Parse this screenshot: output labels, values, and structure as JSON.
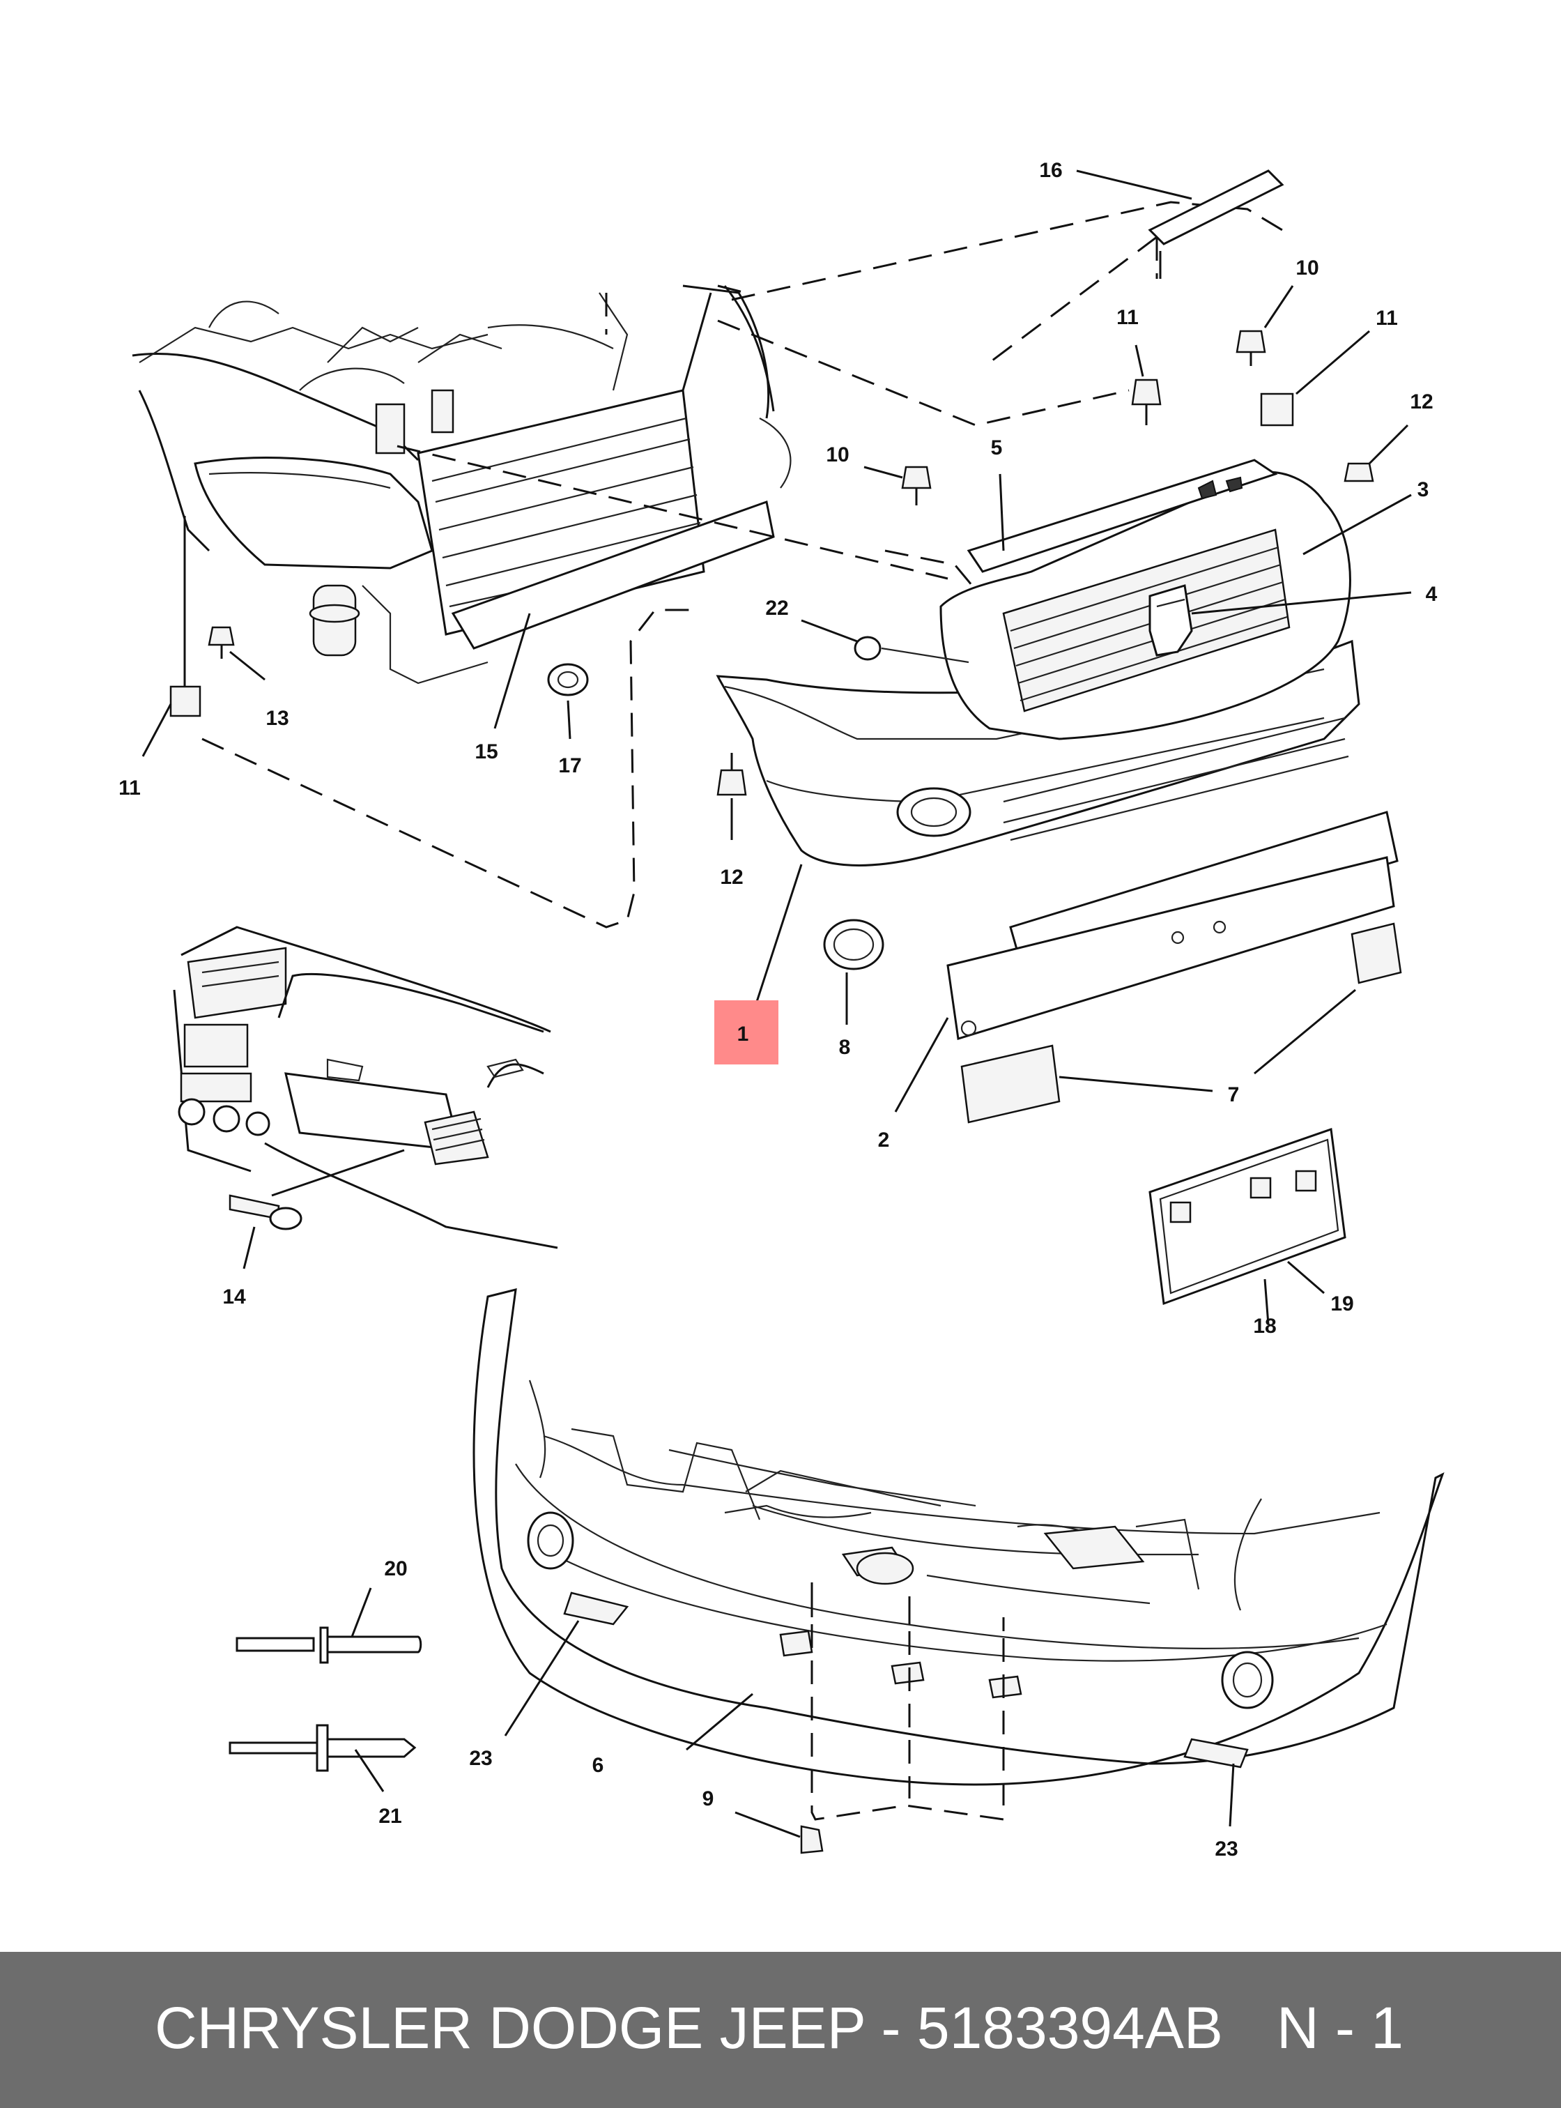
{
  "callouts": [
    {
      "id": "1",
      "text": "1"
    },
    {
      "id": "2",
      "text": "2"
    },
    {
      "id": "3",
      "text": "3"
    },
    {
      "id": "4",
      "text": "4"
    },
    {
      "id": "5",
      "text": "5"
    },
    {
      "id": "6",
      "text": "6"
    },
    {
      "id": "7",
      "text": "7"
    },
    {
      "id": "8",
      "text": "8"
    },
    {
      "id": "9",
      "text": "9"
    },
    {
      "id": "10a",
      "text": "10"
    },
    {
      "id": "10b",
      "text": "10"
    },
    {
      "id": "11a",
      "text": "11"
    },
    {
      "id": "11b",
      "text": "11"
    },
    {
      "id": "11c",
      "text": "11"
    },
    {
      "id": "12a",
      "text": "12"
    },
    {
      "id": "12b",
      "text": "12"
    },
    {
      "id": "13",
      "text": "13"
    },
    {
      "id": "14",
      "text": "14"
    },
    {
      "id": "15",
      "text": "15"
    },
    {
      "id": "16",
      "text": "16"
    },
    {
      "id": "17",
      "text": "17"
    },
    {
      "id": "18",
      "text": "18"
    },
    {
      "id": "19",
      "text": "19"
    },
    {
      "id": "20",
      "text": "20"
    },
    {
      "id": "21",
      "text": "21"
    },
    {
      "id": "22",
      "text": "22"
    },
    {
      "id": "23a",
      "text": "23"
    },
    {
      "id": "23b",
      "text": "23"
    }
  ],
  "highlight": {
    "callout": "1",
    "color": "#ff8a8a"
  },
  "footer": {
    "title": "CHRYSLER DODGE JEEP - 5183394AB",
    "page": "N - 1",
    "background": "#6d6d6d",
    "text_color": "#ffffff"
  }
}
